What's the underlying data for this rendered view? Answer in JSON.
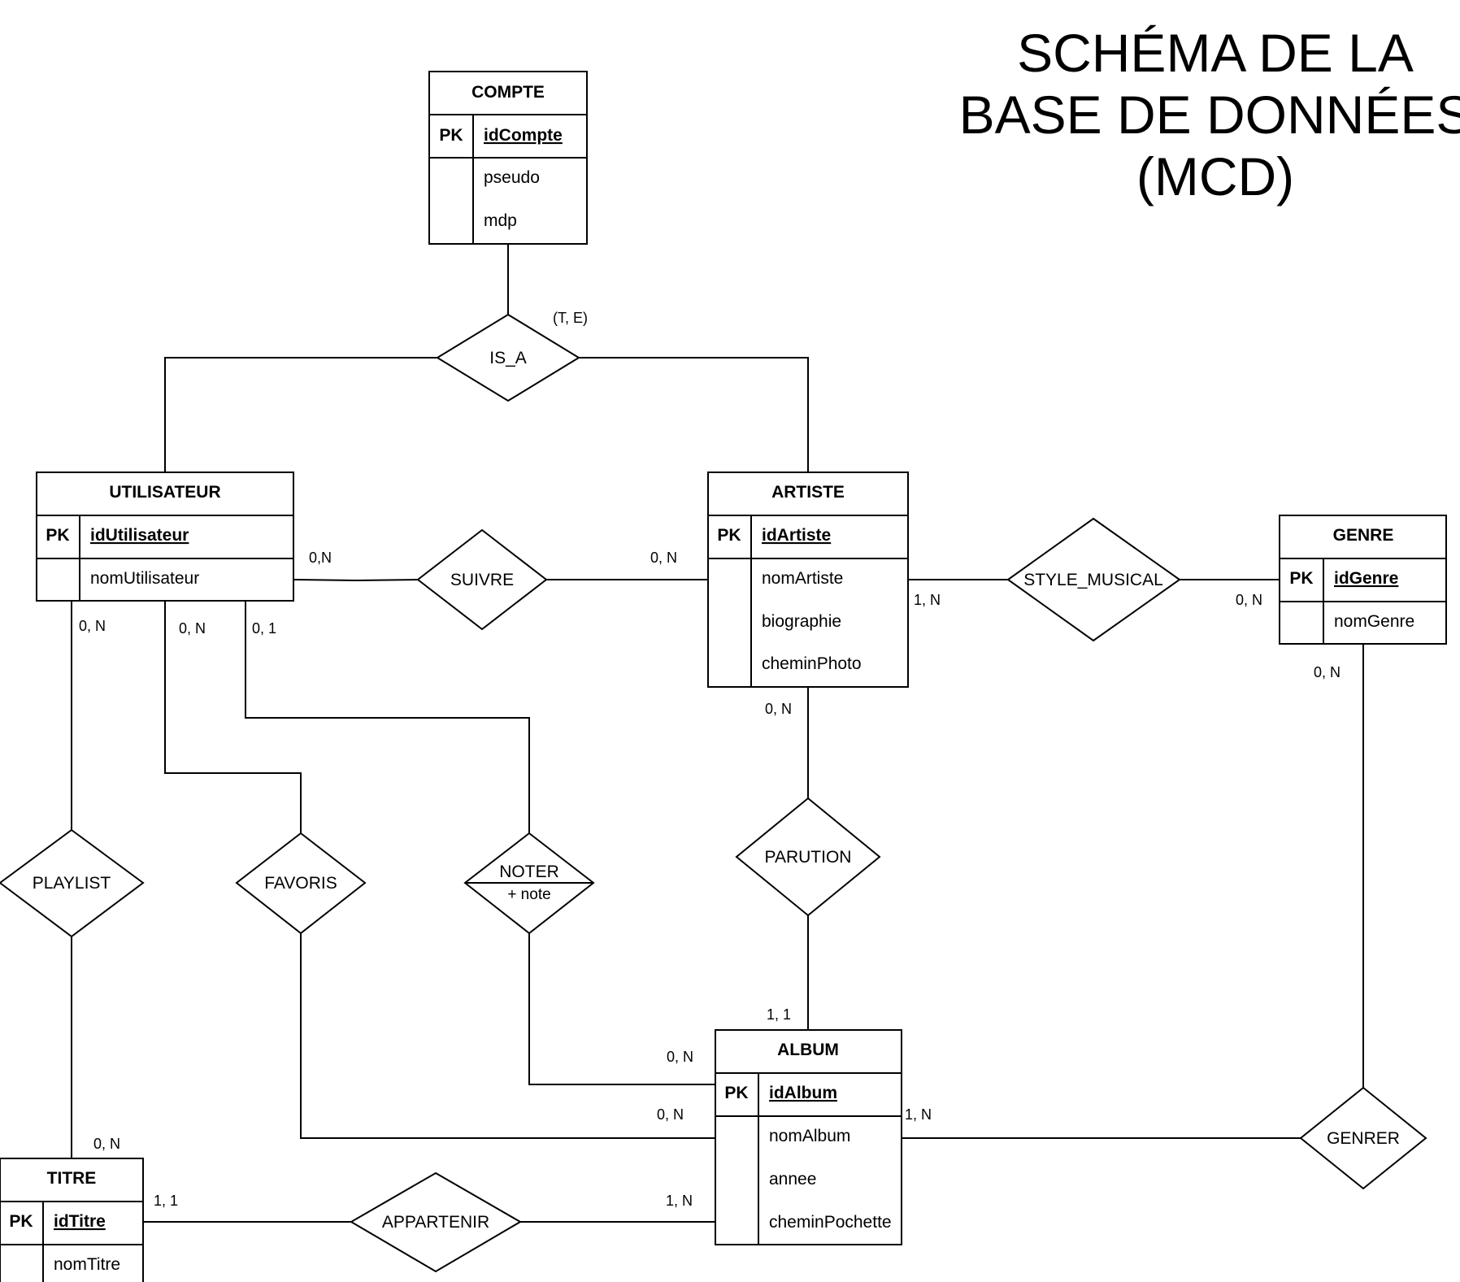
{
  "title": {
    "lines": [
      "SCHÉMA DE LA",
      "BASE DE DONNÉES",
      "(MCD)"
    ]
  },
  "entities": {
    "compte": {
      "name": "COMPTE",
      "pk_tag": "PK",
      "pk": "idCompte",
      "attrs": [
        "pseudo",
        "mdp"
      ]
    },
    "utilisateur": {
      "name": "UTILISATEUR",
      "pk_tag": "PK",
      "pk": "idUtilisateur",
      "attrs": [
        "nomUtilisateur"
      ]
    },
    "artiste": {
      "name": "ARTISTE",
      "pk_tag": "PK",
      "pk": "idArtiste",
      "attrs": [
        "nomArtiste",
        "biographie",
        "cheminPhoto"
      ]
    },
    "genre": {
      "name": "GENRE",
      "pk_tag": "PK",
      "pk": "idGenre",
      "attrs": [
        "nomGenre"
      ]
    },
    "album": {
      "name": "ALBUM",
      "pk_tag": "PK",
      "pk": "idAlbum",
      "attrs": [
        "nomAlbum",
        "annee",
        "cheminPochette"
      ]
    },
    "titre": {
      "name": "TITRE",
      "pk_tag": "PK",
      "pk": "idTitre",
      "attrs": [
        "nomTitre"
      ]
    }
  },
  "relations": {
    "is_a": {
      "name": "IS_A",
      "constraint": "(T, E)"
    },
    "suivre": {
      "name": "SUIVRE"
    },
    "style_musical": {
      "name": "STYLE_MUSICAL"
    },
    "playlist": {
      "name": "PLAYLIST"
    },
    "favoris": {
      "name": "FAVORIS"
    },
    "noter": {
      "name": "NOTER",
      "attribute": "+ note"
    },
    "parution": {
      "name": "PARUTION"
    },
    "genrer": {
      "name": "GENRER"
    },
    "appartenir": {
      "name": "APPARTENIR"
    }
  },
  "cardinalities": {
    "suivre_utilisateur": "0,N",
    "suivre_artiste": "0, N",
    "style_artiste": "1, N",
    "style_genre": "0, N",
    "playlist_utilisateur": "0, N",
    "favoris_utilisateur": "0, N",
    "noter_utilisateur": "0, 1",
    "parution_artiste": "0, N",
    "genrer_genre": "0, N",
    "parution_album": "1, 1",
    "noter_album": "0, N",
    "favoris_album": "0, N",
    "genrer_album": "1, N",
    "playlist_titre": "0, N",
    "appartenir_titre": "1, 1",
    "appartenir_album": "1, N"
  }
}
